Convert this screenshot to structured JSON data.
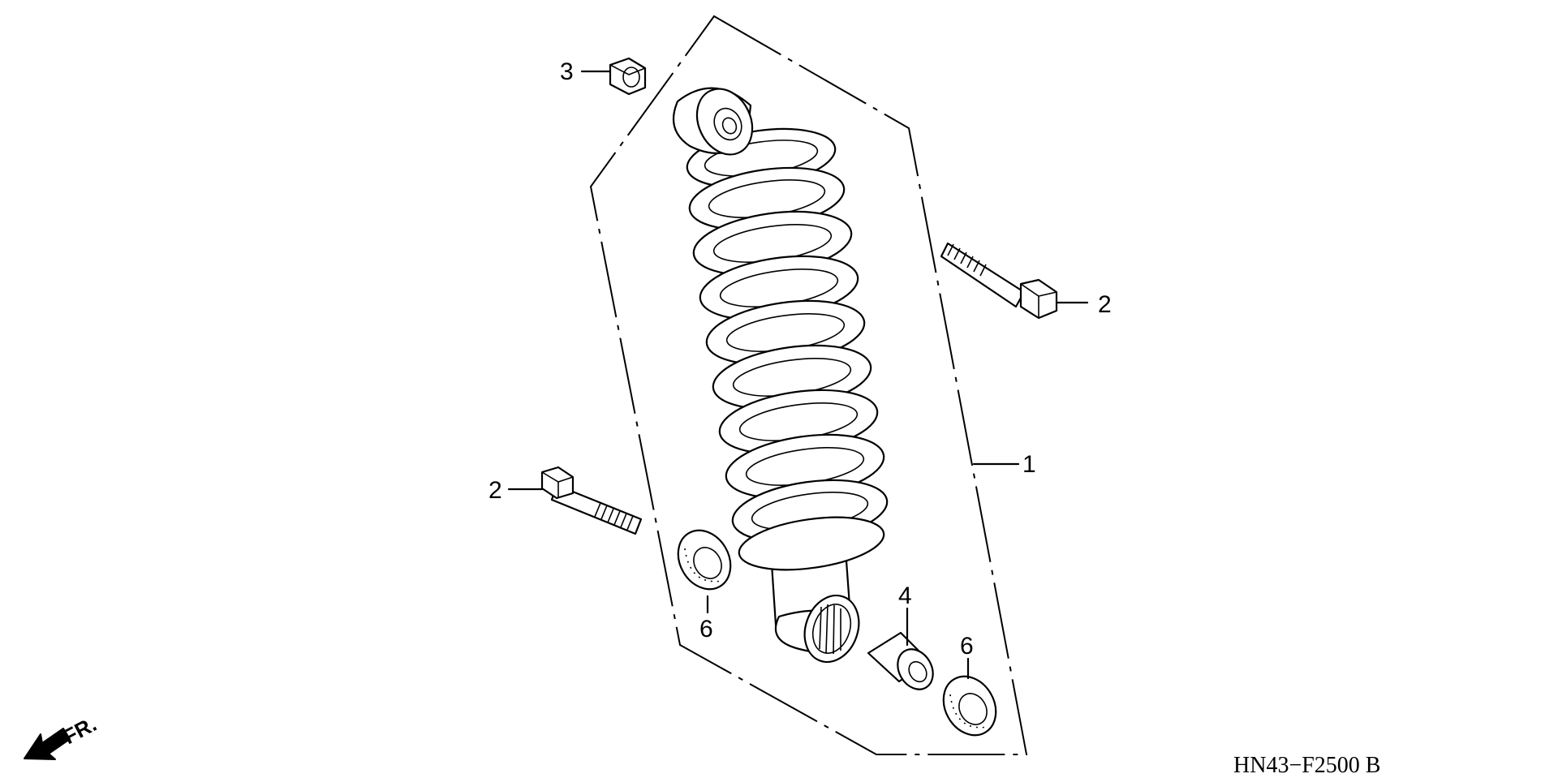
{
  "callouts": {
    "c1": "1",
    "c2a": "2",
    "c2b": "2",
    "c3": "3",
    "c4": "4",
    "c6a": "6",
    "c6b": "6"
  },
  "front_indicator": {
    "label": "FR.",
    "icon": "arrow-front-icon"
  },
  "diagram_code": "HN43−F2500 B"
}
